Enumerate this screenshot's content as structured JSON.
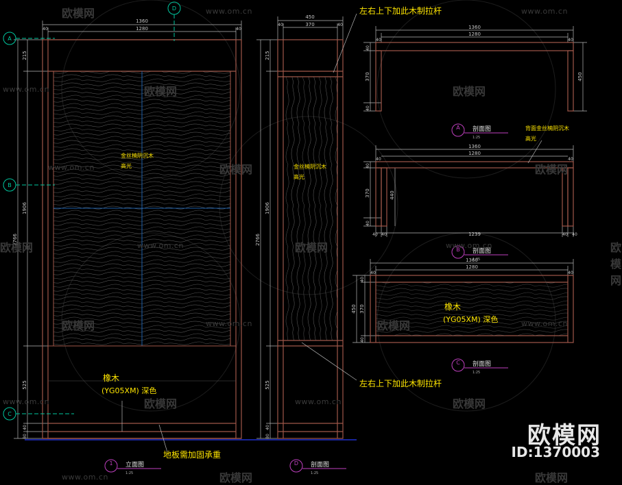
{
  "watermark": {
    "url": "www.om.cn",
    "cn": "欧模网"
  },
  "brand": {
    "name": "欧模网",
    "id": "ID:1370003"
  },
  "elevation": {
    "top_widths": [
      "1360",
      "1280"
    ],
    "edge_dims": [
      "40",
      "40"
    ],
    "left_heights": [
      "215",
      "1906",
      "525",
      "40",
      "80"
    ],
    "total_height": "2766",
    "panel_label": [
      "金丝楠阴沉木",
      "高光"
    ],
    "base_label": [
      "橡木",
      "(YG05XM) 深色"
    ],
    "floor_note": "地板需加固承重",
    "title": "立面图",
    "title_no": "1",
    "scale": "1:25"
  },
  "side": {
    "top_widths": [
      "450",
      "370"
    ],
    "edge_dims": [
      "40",
      "40"
    ],
    "left_heights": [
      "215",
      "1906",
      "525",
      "40",
      "80"
    ],
    "total_height": "2766",
    "panel_label": [
      "金丝楠阴沉木",
      "高光"
    ],
    "note": "左右上下加此木制拉杆",
    "title": "剖面图",
    "title_no": "D",
    "scale": "1:25"
  },
  "section_a": {
    "top_widths": [
      "1360",
      "1280"
    ],
    "edge_dims": [
      "40",
      "40"
    ],
    "left_dims": [
      "40",
      "370",
      "40"
    ],
    "right_dim": "450",
    "note": "左右上下加此木制拉杆",
    "title": "剖面图",
    "title_no": "A",
    "scale": "1:25"
  },
  "section_b": {
    "top_widths": [
      "1360",
      "1280"
    ],
    "edge_dims": [
      "40",
      "40"
    ],
    "left_dims": [
      "40",
      "370",
      "40"
    ],
    "inner_dim": "440",
    "bottom_dims": [
      "40",
      "40",
      "1239",
      "40",
      "40"
    ],
    "top_label": [
      "背面金丝楠阴沉木",
      "高光"
    ],
    "title": "剖面图",
    "title_no": "B",
    "scale": "1:25"
  },
  "section_c": {
    "top_widths": [
      "1360",
      "1280"
    ],
    "edge_dims": [
      "40",
      "40"
    ],
    "left_dims": [
      "450",
      "370",
      "40",
      "40"
    ],
    "label": [
      "橡木",
      "(YG05XM) 深色"
    ],
    "title": "剖面图",
    "title_no": "C",
    "scale": "1:25"
  },
  "markers": [
    "A",
    "B",
    "C",
    "D"
  ],
  "colors": {
    "bg": "#000000",
    "frame": "#a0584a",
    "dim": "#b9b9b9",
    "label": "#ffe600",
    "title": "#c040c0",
    "axis": "#00c8a0"
  }
}
